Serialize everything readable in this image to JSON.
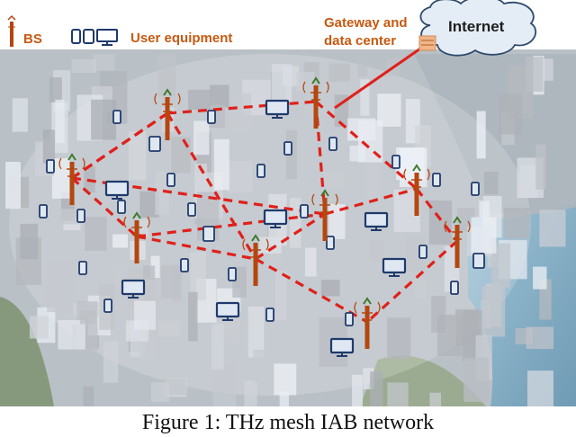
{
  "legend": {
    "bs_label": "BS",
    "ue_label": "User equipment"
  },
  "gateway": {
    "label_line1": "Gateway and",
    "label_line2": "data center"
  },
  "cloud": {
    "label": "Internet"
  },
  "caption": "Figure 1: THz mesh IAB network",
  "colors": {
    "link": "#e0201b",
    "tower": "#b4470f",
    "device": "#1f3a6b",
    "legend_text": "#c55a11",
    "gateway": "#f0b58a"
  },
  "icons": {
    "base_station": "antenna-tower-icon",
    "phone": "smartphone-icon",
    "tablet": "tablet-icon",
    "monitor": "monitor-icon"
  }
}
